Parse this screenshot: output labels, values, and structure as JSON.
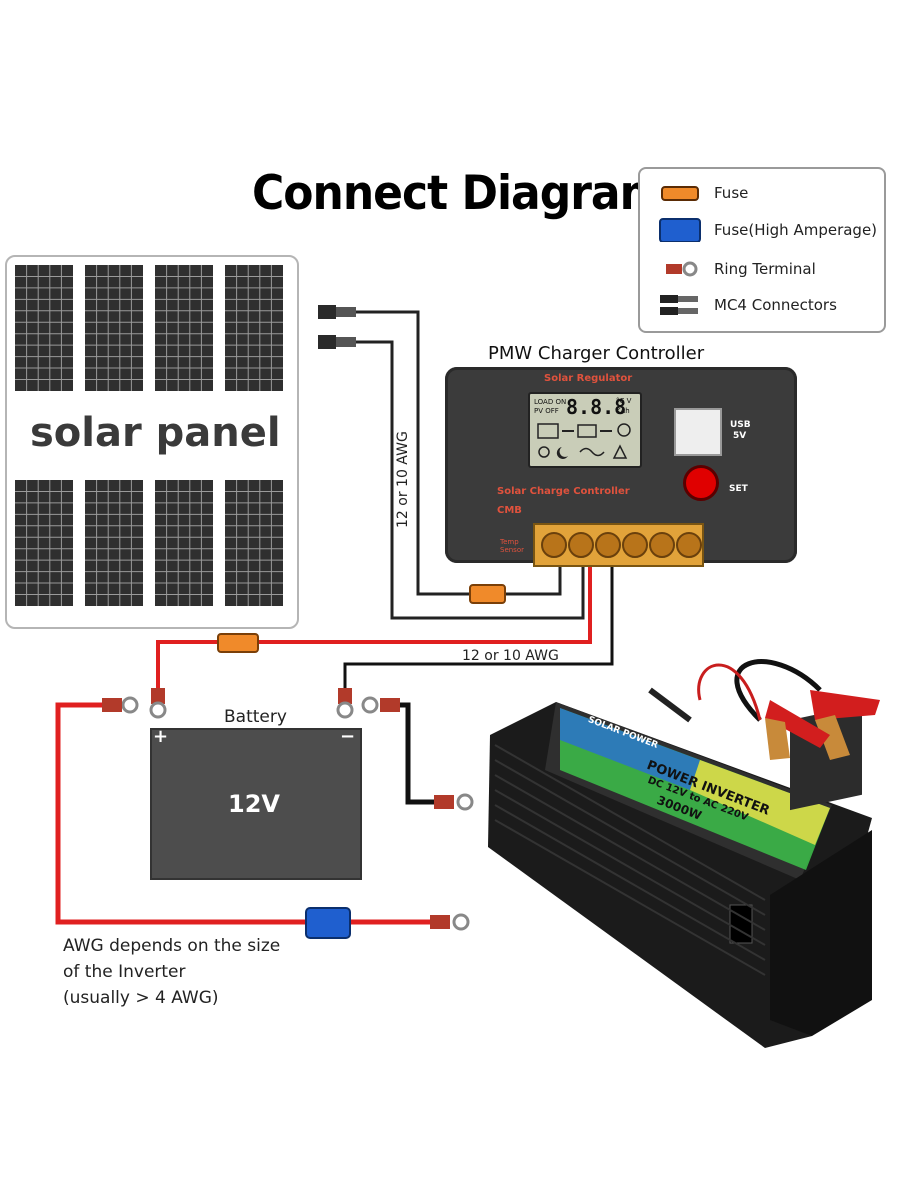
{
  "title": "Connect Diagram",
  "legend": {
    "items": [
      {
        "label": "Fuse",
        "icon": "fuse-icon",
        "color": "#f08a2a"
      },
      {
        "label": "Fuse(High Amperage)",
        "icon": "high-amp-fuse-icon",
        "color": "#1f5fcf"
      },
      {
        "label": "Ring Terminal",
        "icon": "ring-terminal-icon",
        "color": "#c0392b"
      },
      {
        "label": "MC4 Connectors",
        "icon": "mc4-connector-icon",
        "color": "#222222"
      }
    ]
  },
  "solar_panel": {
    "label": "solar panel"
  },
  "controller": {
    "title": "PMW Charger Controller",
    "top_label": "Solar Regulator",
    "body_label": "Solar Charge Controller",
    "brand": "CMB",
    "temp_label_1": "Temp",
    "temp_label_2": "Sensor",
    "usb_label_1": "USB",
    "usb_label_2": "5V",
    "set_label": "SET",
    "lcd": {
      "load_on": "LOAD ON",
      "pv_off": "PV OFF",
      "digits": "8.8.8",
      "unit_1": "°C V",
      "unit_2": "KAh"
    }
  },
  "wires": {
    "awg_vertical": "12 or 10 AWG",
    "awg_horizontal": "12 or 10 AWG"
  },
  "battery": {
    "label": "Battery",
    "voltage": "12V",
    "plus": "+",
    "minus": "−"
  },
  "awg_note": {
    "line1": "AWG depends on the size",
    "line2": "of the Inverter",
    "line3": "(usually  > 4 AWG)"
  },
  "inverter": {
    "line1": "POWER INVERTER",
    "line2": "DC 12V to AC 220V",
    "line3": "3000W",
    "brand": "SOLAR POWER"
  },
  "colors": {
    "positive_wire": "#e02020",
    "negative_wire": "#111111",
    "fuse": "#f08a2a",
    "high_amp_fuse": "#1f5fcf"
  }
}
